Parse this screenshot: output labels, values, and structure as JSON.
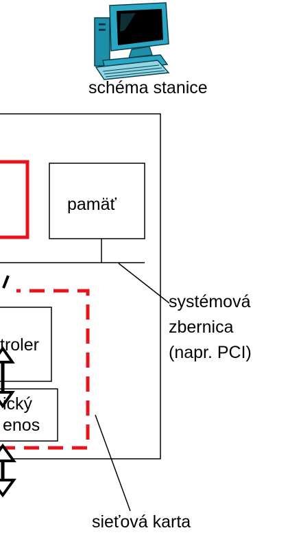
{
  "labels": {
    "station_caption": "schéma stanice",
    "memory": "pamäť",
    "controller_partial": "troler",
    "physical_line1_partial": "ický",
    "physical_line2_partial": "enos",
    "system_bus_line1": "systémová",
    "system_bus_line2": "zbernica",
    "system_bus_line3": "(napr. PCI)",
    "network_card": "sieťová karta"
  },
  "icons": {
    "station": "desktop-computer-icon"
  },
  "colors": {
    "cpu_box": "#e8141b",
    "nic_outline": "#e8141b",
    "lines": "#000000",
    "background": "#ffffff"
  }
}
